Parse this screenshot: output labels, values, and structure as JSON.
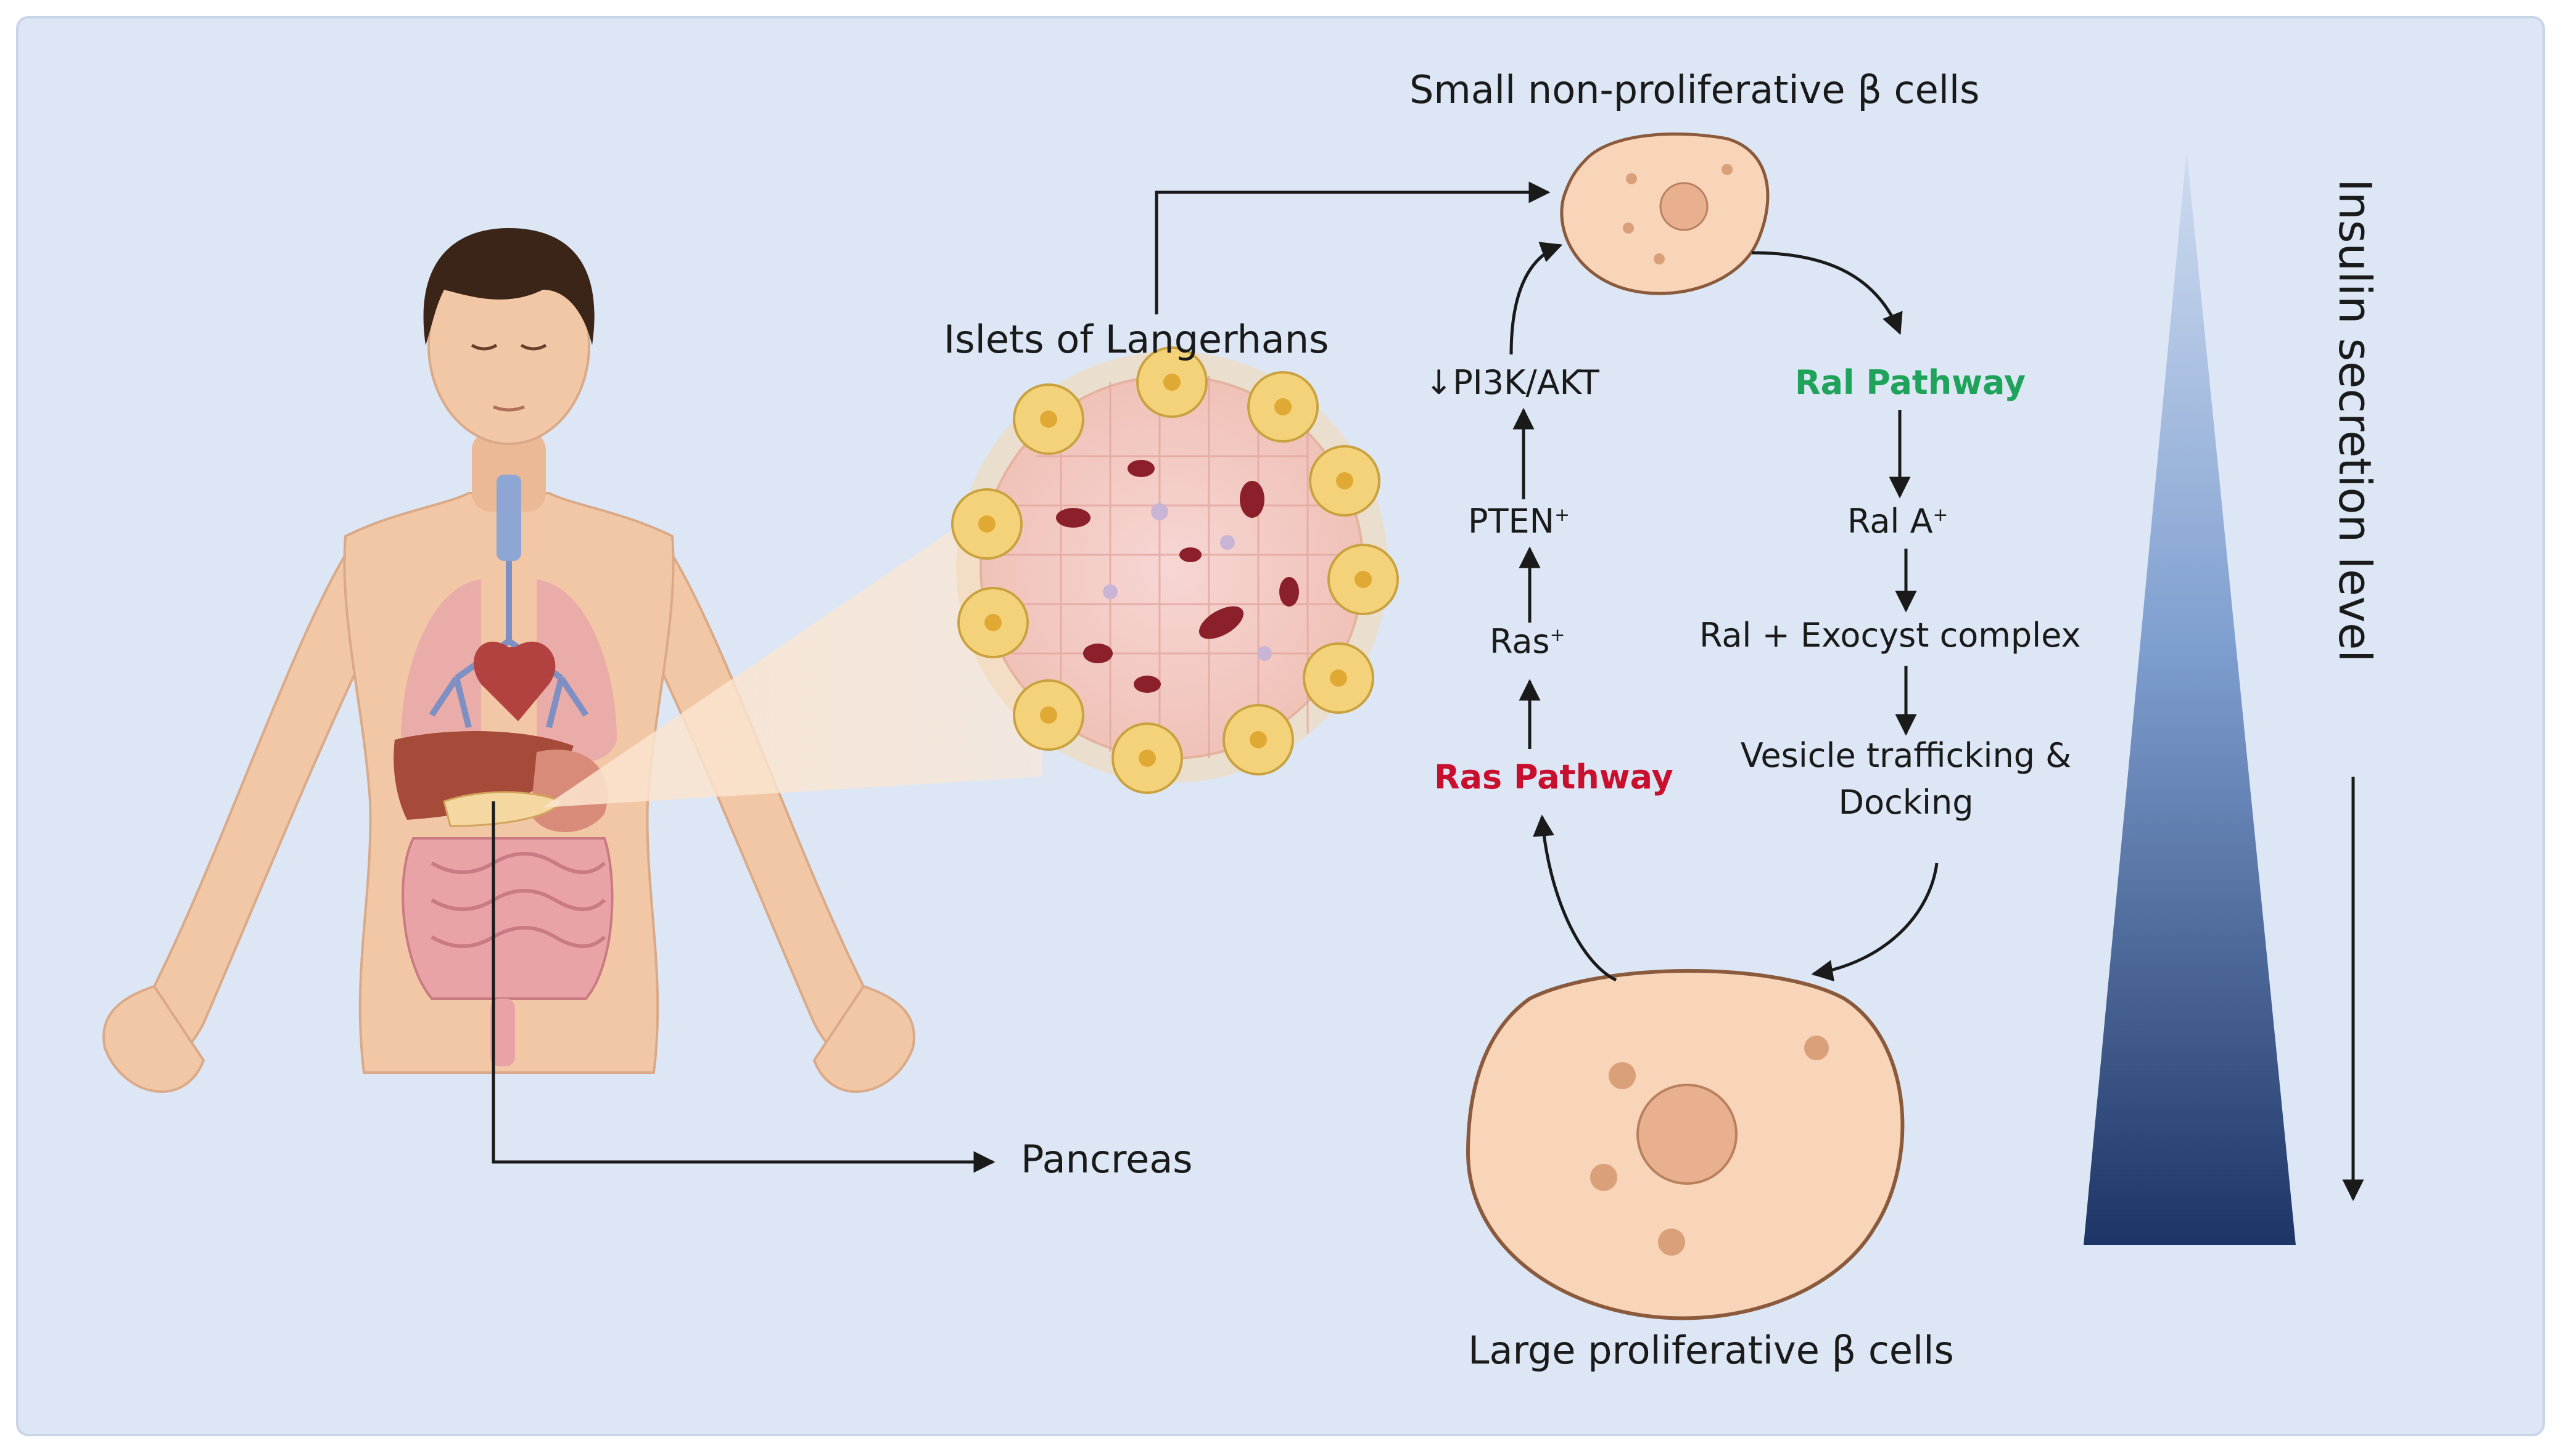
{
  "labels": {
    "small_cells": "Small non-proliferative β cells",
    "large_cells": "Large proliferative β cells",
    "islets": "Islets of Langerhans",
    "pancreas": "Pancreas",
    "pi3k": "↓PI3K/AKT",
    "pten": "PTEN",
    "pten_sup": "+",
    "ras_plus": "Ras",
    "ras_sup": "+",
    "ras_pathway": "Ras Pathway",
    "ral_pathway": "Ral Pathway",
    "ral_a": "Ral A",
    "ral_a_sup": "+",
    "ral_exocyst": "Ral + Exocyst complex",
    "vesicle_line1": "Vesicle trafficking &",
    "vesicle_line2": "Docking",
    "insulin": "Insulin secretion level"
  },
  "colors": {
    "background": "#dce6f4",
    "ras_pathway": "#c8102e",
    "ral_pathway": "#1fa35a",
    "cell_fill": "#f8d4b8",
    "cell_stroke": "#8b5a3c",
    "nucleus": "#e9b090",
    "triangle_top": "#c9d9ef",
    "triangle_bottom": "#1d3566",
    "skin": "#f2c7a6",
    "hair": "#3b2418"
  },
  "icons": [
    "human-body-icon",
    "islet-cluster-icon",
    "beta-cell-icon"
  ]
}
